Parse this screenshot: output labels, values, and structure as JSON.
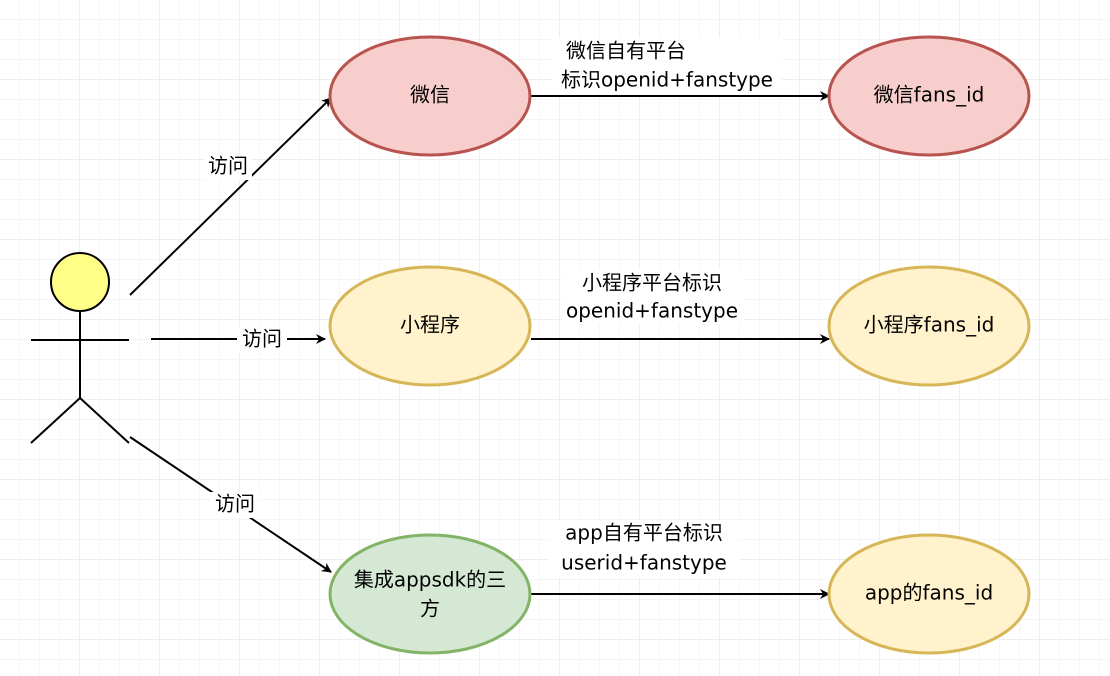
{
  "colors": {
    "red_fill": "#f8cecc",
    "red_stroke": "#b85450",
    "yellow_fill": "#fff2cc",
    "yellow_stroke": "#d6b656",
    "green_fill": "#d5e8d4",
    "green_stroke": "#82b366",
    "actor_head_fill": "#ffff88",
    "actor_stroke": "#000000"
  },
  "nodes": {
    "wechat": {
      "label": "微信"
    },
    "wechat_fans": {
      "label": "微信fans_id"
    },
    "miniprogram": {
      "label": "小程序"
    },
    "miniprogram_fans": {
      "label": "小程序fans_id"
    },
    "third_party": {
      "label_line1": "集成appsdk的三",
      "label_line2": "方"
    },
    "app_fans": {
      "label": "app的fans_id"
    }
  },
  "edges": {
    "actor_to_wechat": {
      "label": "访问"
    },
    "actor_to_miniprogram": {
      "label": "访问"
    },
    "actor_to_third_party": {
      "label": "访问"
    },
    "wechat_to_fans": {
      "label_line1": "微信自有平台",
      "label_line2": "标识openid+fanstype"
    },
    "miniprogram_to_fans": {
      "label_line1": "小程序平台标识",
      "label_line2": "openid+fanstype"
    },
    "third_party_to_fans": {
      "label_line1": "app自有平台标识",
      "label_line2": "userid+fanstype"
    }
  }
}
